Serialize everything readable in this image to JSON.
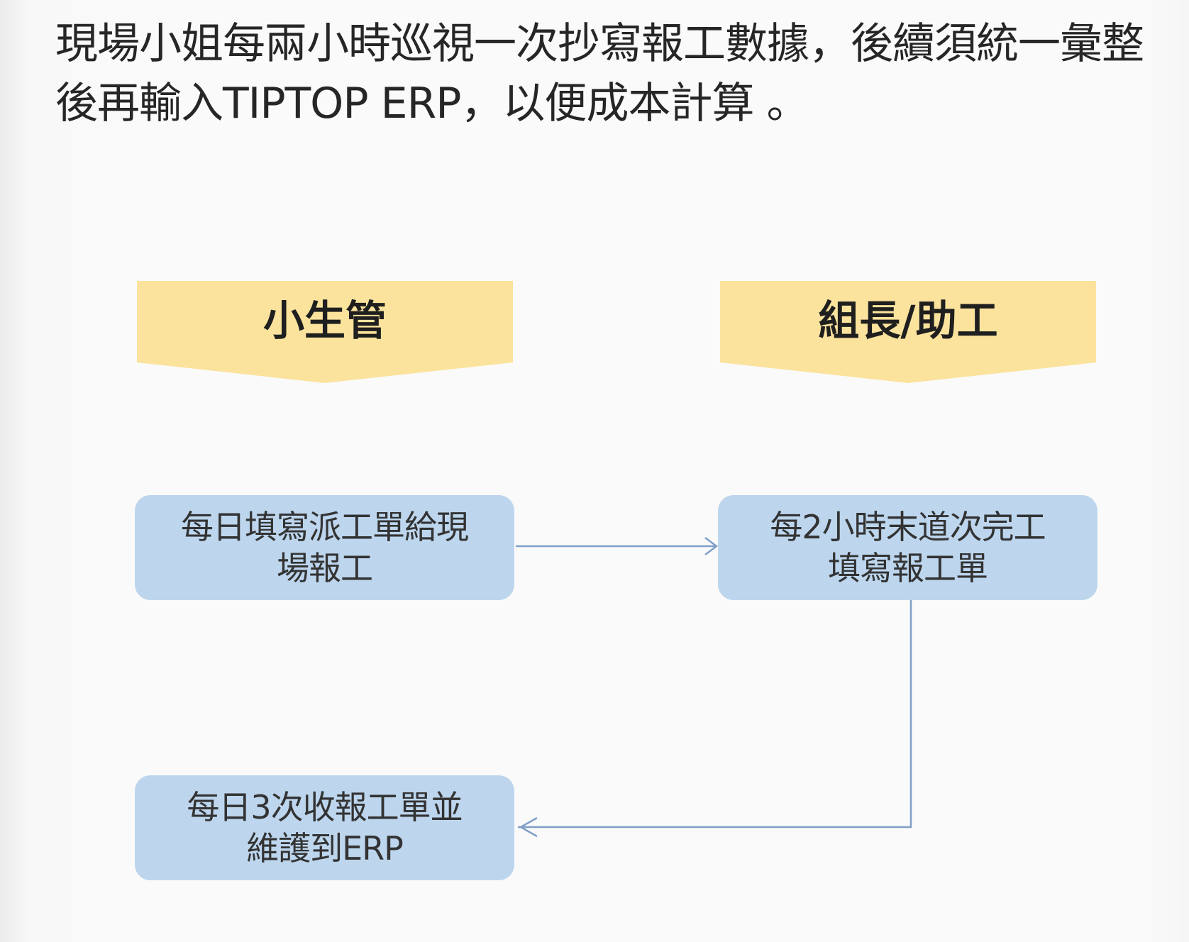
{
  "heading": {
    "line1": "現場小姐每兩小時巡視一次抄寫報工數據，後續須統一彙整",
    "line2": "後再輸入TIPTOP ERP，以便成本計算 。"
  },
  "lanes": [
    {
      "id": "lane-1",
      "label": "小生管"
    },
    {
      "id": "lane-2",
      "label": "組長/助工"
    }
  ],
  "steps": [
    {
      "id": "step-1",
      "lane": "lane-1",
      "line1": "每日填寫派工單給現",
      "line2": "場報工"
    },
    {
      "id": "step-2",
      "lane": "lane-2",
      "line1": "每2小時末道次完工",
      "line2": "填寫報工單"
    },
    {
      "id": "step-3",
      "lane": "lane-1",
      "line1": "每日3次收報工單並",
      "line2": "維護到ERP"
    }
  ],
  "connectors": [
    {
      "from": "step-1",
      "to": "step-2"
    },
    {
      "from": "step-2",
      "to": "step-3"
    }
  ],
  "colors": {
    "lane_fill": "#fbe39d",
    "step_fill": "#bdd6ee",
    "connector": "#7f9fc6"
  }
}
